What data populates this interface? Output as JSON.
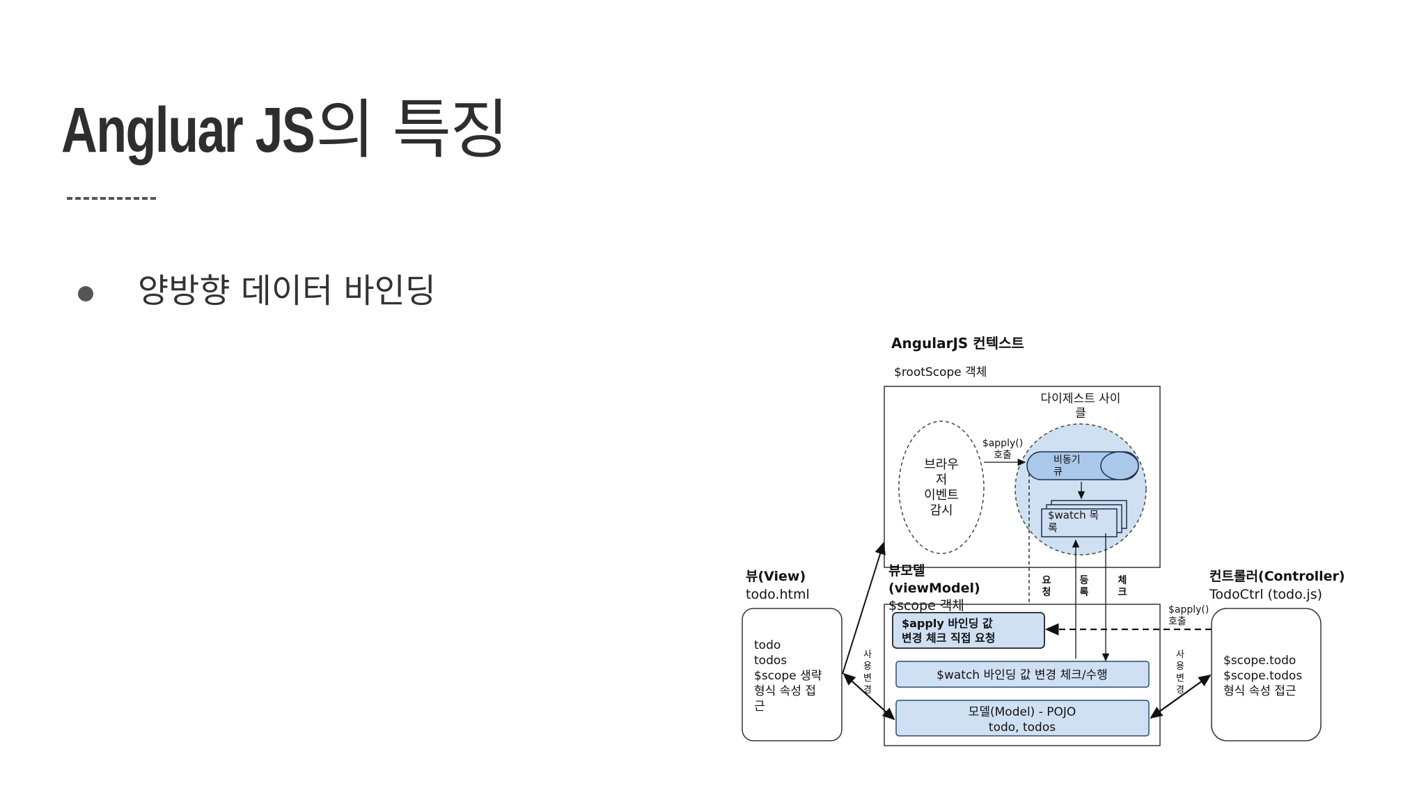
{
  "slide": {
    "title_latin": "Angluar JS",
    "title_korean": "의 특징",
    "bullet": "양방향 데이터 바인딩"
  },
  "diagram": {
    "context_title": "AngularJS 컨텍스트",
    "rootscope": "$rootScope 객체",
    "digest_line1": "다이제스트 사이",
    "digest_line2": "클",
    "browser_lines": [
      "브라우",
      "저",
      "이벤트",
      "감시"
    ],
    "apply_call_top_1": "$apply()",
    "apply_call_top_2": "호출",
    "async_queue_1": "비동기",
    "async_queue_2": "큐",
    "watch_list_1": "$watch 목",
    "watch_list_2": "록",
    "view_title": "뷰(View)",
    "view_file": "todo.html",
    "view_box_lines": [
      "todo",
      "todos",
      "$scope 생략",
      "형식 속성 접",
      "근"
    ],
    "vm_title_1": "뷰모델",
    "vm_title_2": "(viewModel)",
    "vm_scope": "$scope 객체",
    "vert_request": [
      "요",
      "청"
    ],
    "vert_register": [
      "등",
      "록"
    ],
    "vert_check": [
      "체",
      "크"
    ],
    "user_change_left": [
      "사",
      "용",
      "변",
      "경"
    ],
    "user_change_right": [
      "사",
      "용",
      "변",
      "경"
    ],
    "apply_box_1": "$apply 바인딩 값",
    "apply_box_2": "변경 체크 직접 요청",
    "watch_box": "$watch 바인딩 값 변경 체크/수행",
    "model_box_1": "모델(Model) - POJO",
    "model_box_2": "todo, todos",
    "controller_title": "컨트롤러(Controller)",
    "controller_file": "TodoCtrl (todo.js)",
    "apply_call_right_1": "$apply()",
    "apply_call_right_2": "호출",
    "controller_box_lines": [
      "$scope.todo",
      "$scope.todos",
      "형식 속성 접근"
    ],
    "fill_blue": "#cfe0f3",
    "stroke_blue": "#2b4a72"
  }
}
